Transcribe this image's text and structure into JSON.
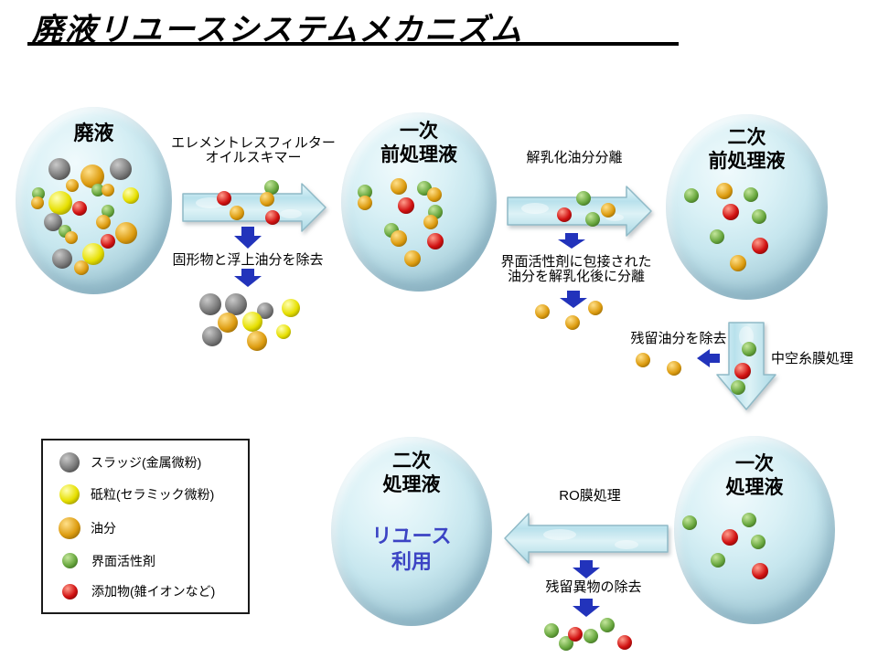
{
  "title": "廃液リユースシステムメカニズム",
  "ellipses": {
    "waste": {
      "lines": [
        "廃液"
      ]
    },
    "pre1": {
      "lines": [
        "一次",
        "前処理液"
      ]
    },
    "pre2": {
      "lines": [
        "二次",
        "前処理液"
      ]
    },
    "treat1": {
      "lines": [
        "一次",
        "処理液"
      ]
    },
    "treat2": {
      "lines": [
        "二次",
        "処理液"
      ],
      "reuse_lines": [
        "リユース",
        "利用"
      ]
    }
  },
  "steps": {
    "step1": {
      "label_lines": [
        "エレメントレスフィルター",
        "オイルスキマー"
      ],
      "removal": "固形物と浮上油分を除去"
    },
    "step2": {
      "label": "解乳化油分分離",
      "removal_lines": [
        "界面活性剤に包接された",
        "油分を解乳化後に分離"
      ]
    },
    "step3": {
      "label": "中空糸膜処理",
      "removal": "残留油分を除去"
    },
    "step4": {
      "label": "RO膜処理",
      "removal": "残留異物の除去"
    }
  },
  "legend": {
    "items": [
      {
        "color": "gray",
        "label": "スラッジ(金属微粉)"
      },
      {
        "color": "yellow",
        "label": "砥粒(セラミック微粉)"
      },
      {
        "color": "orange",
        "label": "油分"
      },
      {
        "color": "green",
        "label": "界面活性剤"
      },
      {
        "color": "red",
        "label": "添加物(雑イオンなど)"
      }
    ]
  },
  "colors": {
    "down_arrow": "#2233bb",
    "reuse_text": "#3c44c4",
    "flow_stroke": "#8fbac7",
    "ball": {
      "gray": {
        "hi": "#c9c9c9",
        "base": "#7a7a7a",
        "lo": "#2d2d2d"
      },
      "yellow": {
        "hi": "#ffffb0",
        "base": "#e6df00",
        "lo": "#6f6a00"
      },
      "orange": {
        "hi": "#ffe08a",
        "base": "#dd9c10",
        "lo": "#6e4d00"
      },
      "green": {
        "hi": "#c4e69c",
        "base": "#68a73e",
        "lo": "#264e12"
      },
      "red": {
        "hi": "#ff9d8c",
        "base": "#d11111",
        "lo": "#570303"
      }
    }
  },
  "balls": {
    "waste": [
      [
        65,
        185,
        12,
        "gray"
      ],
      [
        132,
        185,
        12,
        "gray"
      ],
      [
        101,
        193,
        13,
        "orange"
      ],
      [
        79,
        203,
        7,
        "orange"
      ],
      [
        107,
        208,
        7,
        "green"
      ],
      [
        118,
        208,
        7,
        "orange"
      ],
      [
        42,
        212,
        7,
        "green"
      ],
      [
        143,
        214,
        9,
        "yellow"
      ],
      [
        66,
        222,
        13,
        "yellow"
      ],
      [
        41,
        222,
        7,
        "orange"
      ],
      [
        87,
        228,
        8,
        "red"
      ],
      [
        118,
        231,
        7,
        "green"
      ],
      [
        58,
        243,
        10,
        "gray"
      ],
      [
        113,
        243,
        8,
        "orange"
      ],
      [
        71,
        253,
        7,
        "green"
      ],
      [
        138,
        255,
        12,
        "orange"
      ],
      [
        78,
        260,
        7,
        "orange"
      ],
      [
        118,
        264,
        8,
        "red"
      ],
      [
        102,
        278,
        12,
        "yellow"
      ],
      [
        68,
        283,
        11,
        "gray"
      ],
      [
        89,
        293,
        8,
        "orange"
      ]
    ],
    "arrow1": [
      [
        245,
        217,
        8,
        "red"
      ],
      [
        259,
        233,
        8,
        "orange"
      ],
      [
        297,
        205,
        8,
        "green"
      ],
      [
        292,
        218,
        8,
        "orange"
      ],
      [
        298,
        238,
        8,
        "red"
      ]
    ],
    "removed1": [
      [
        230,
        333,
        12,
        "gray"
      ],
      [
        258,
        333,
        12,
        "gray"
      ],
      [
        290,
        340,
        9,
        "gray"
      ],
      [
        318,
        337,
        10,
        "yellow"
      ],
      [
        249,
        353,
        11,
        "orange"
      ],
      [
        276,
        352,
        11,
        "yellow"
      ],
      [
        232,
        368,
        11,
        "gray"
      ],
      [
        281,
        373,
        11,
        "orange"
      ],
      [
        310,
        363,
        8,
        "yellow"
      ]
    ],
    "pre1": [
      [
        399,
        210,
        8,
        "green"
      ],
      [
        399,
        222,
        8,
        "orange"
      ],
      [
        436,
        204,
        9,
        "orange"
      ],
      [
        464,
        206,
        8,
        "green"
      ],
      [
        475,
        213,
        8,
        "orange"
      ],
      [
        444,
        225,
        9,
        "red"
      ],
      [
        476,
        232,
        8,
        "green"
      ],
      [
        471,
        243,
        8,
        "orange"
      ],
      [
        428,
        252,
        8,
        "green"
      ],
      [
        436,
        261,
        9,
        "orange"
      ],
      [
        476,
        264,
        9,
        "red"
      ],
      [
        451,
        283,
        9,
        "orange"
      ]
    ],
    "arrow2": [
      [
        638,
        217,
        8,
        "green"
      ],
      [
        617,
        235,
        8,
        "red"
      ],
      [
        648,
        240,
        8,
        "green"
      ],
      [
        665,
        230,
        8,
        "orange"
      ]
    ],
    "removed2": [
      [
        593,
        341,
        8,
        "orange"
      ],
      [
        626,
        353,
        8,
        "orange"
      ],
      [
        651,
        337,
        8,
        "orange"
      ]
    ],
    "pre2": [
      [
        756,
        214,
        8,
        "green"
      ],
      [
        792,
        209,
        9,
        "orange"
      ],
      [
        821,
        213,
        8,
        "green"
      ],
      [
        799,
        232,
        9,
        "red"
      ],
      [
        830,
        237,
        8,
        "green"
      ],
      [
        784,
        259,
        8,
        "green"
      ],
      [
        831,
        269,
        9,
        "red"
      ],
      [
        807,
        288,
        9,
        "orange"
      ]
    ],
    "arrow3": [
      [
        819,
        382,
        8,
        "green"
      ],
      [
        812,
        406,
        9,
        "red"
      ],
      [
        807,
        424,
        8,
        "green"
      ]
    ],
    "removed3": [
      [
        703,
        394,
        8,
        "orange"
      ],
      [
        737,
        403,
        8,
        "orange"
      ]
    ],
    "treat1": [
      [
        754,
        572,
        8,
        "green"
      ],
      [
        819,
        569,
        8,
        "green"
      ],
      [
        798,
        588,
        9,
        "red"
      ],
      [
        829,
        593,
        8,
        "green"
      ],
      [
        785,
        613,
        8,
        "green"
      ],
      [
        831,
        625,
        9,
        "red"
      ]
    ],
    "removed4": [
      [
        603,
        690,
        8,
        "green"
      ],
      [
        619,
        704,
        8,
        "green"
      ],
      [
        629,
        694,
        8,
        "red"
      ],
      [
        646,
        696,
        8,
        "green"
      ],
      [
        664,
        684,
        8,
        "green"
      ],
      [
        683,
        703,
        8,
        "red"
      ]
    ]
  }
}
